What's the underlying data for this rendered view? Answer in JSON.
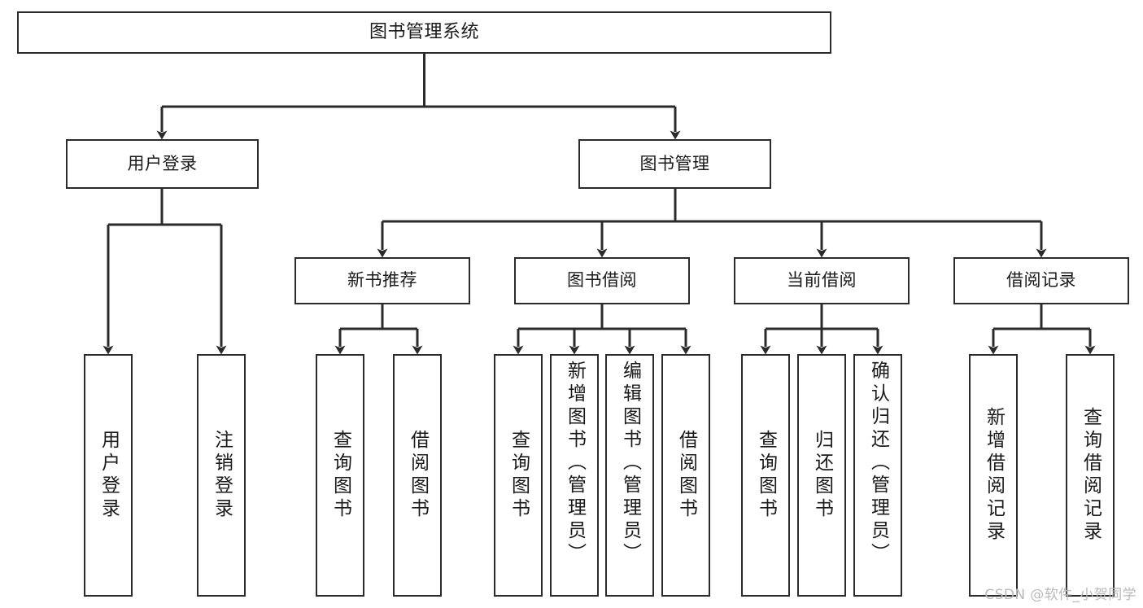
{
  "diagram": {
    "title": "图书管理系统",
    "type": "hierarchy-tree",
    "watermark": "CSDN @软件_小贺同学",
    "colors": {
      "stroke": "#2b2b2b",
      "background": "#ffffff",
      "text": "#1a1a1a",
      "watermark": "#b9b9b9"
    },
    "nodes": {
      "root": {
        "label": "图书管理系统",
        "level": 1
      },
      "level2": [
        {
          "id": "user-login",
          "label": "用户登录",
          "level": 2
        },
        {
          "id": "book-management",
          "label": "图书管理",
          "level": 2
        }
      ],
      "level3": [
        {
          "id": "new-book-recommend",
          "label": "新书推荐",
          "level": 3,
          "parent": "book-management"
        },
        {
          "id": "book-borrow",
          "label": "图书借阅",
          "level": 3,
          "parent": "book-management"
        },
        {
          "id": "current-borrow",
          "label": "当前借阅",
          "level": 3,
          "parent": "book-management"
        },
        {
          "id": "borrow-record",
          "label": "借阅记录",
          "level": 3,
          "parent": "book-management"
        }
      ],
      "leaves": [
        {
          "id": "leaf-user-login",
          "label": "用户登录",
          "parent": "user-login"
        },
        {
          "id": "leaf-user-logout",
          "label": "注销登录",
          "parent": "user-login"
        },
        {
          "id": "leaf-query-book-1",
          "label": "查询图书",
          "parent": "new-book-recommend"
        },
        {
          "id": "leaf-borrow-book-1",
          "label": "借阅图书",
          "parent": "new-book-recommend"
        },
        {
          "id": "leaf-query-book-2",
          "label": "查询图书",
          "parent": "book-borrow"
        },
        {
          "id": "leaf-add-book",
          "label": "新增图书（管理员）",
          "parent": "book-borrow"
        },
        {
          "id": "leaf-edit-book",
          "label": "编辑图书（管理员）",
          "parent": "book-borrow"
        },
        {
          "id": "leaf-borrow-book-2",
          "label": "借阅图书",
          "parent": "book-borrow"
        },
        {
          "id": "leaf-query-book-3",
          "label": "查询图书",
          "parent": "current-borrow"
        },
        {
          "id": "leaf-return-book",
          "label": "归还图书",
          "parent": "current-borrow"
        },
        {
          "id": "leaf-confirm-return",
          "label": "确认归还（管理员）",
          "parent": "current-borrow"
        },
        {
          "id": "leaf-add-record",
          "label": "新增借阅记录",
          "parent": "borrow-record"
        },
        {
          "id": "leaf-query-record",
          "label": "查询借阅记录",
          "parent": "borrow-record"
        }
      ]
    }
  }
}
